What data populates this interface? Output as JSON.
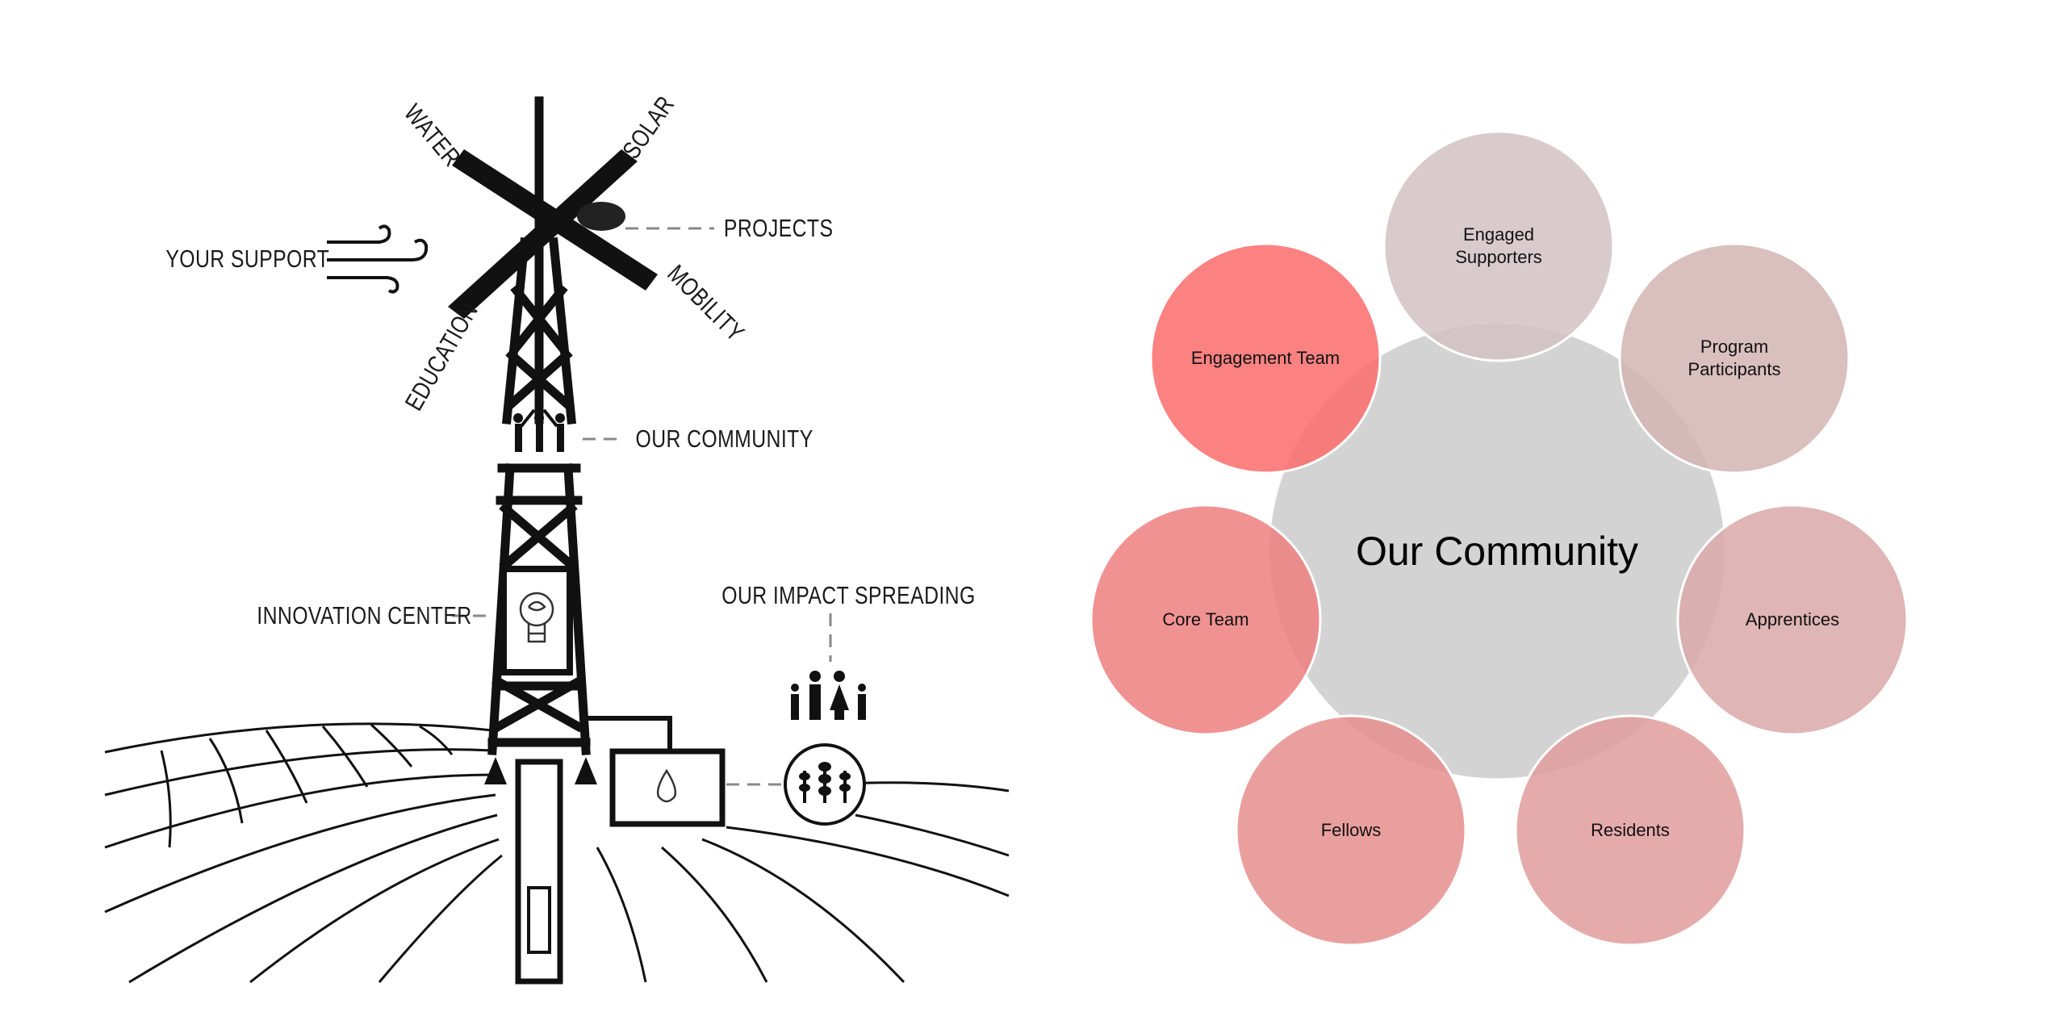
{
  "illustration": {
    "labels": {
      "water": "WATER",
      "solar": "SOLAR",
      "projects": "PROJECTS",
      "your_support": "YOUR SUPPORT",
      "mobility": "MOBILITY",
      "education": "EDUCATION",
      "our_community": "OUR COMMUNITY",
      "innovation_center": "INNOVATION CENTER",
      "our_impact_spreading": "OUR IMPACT SPREADING"
    }
  },
  "diagram": {
    "center": {
      "label": "Our Community",
      "color": "#d3d3d3"
    },
    "nodes": [
      {
        "label": "Engaged Supporters",
        "line1": "Engaged",
        "line2": "Supporters",
        "color": "#d2c2c2"
      },
      {
        "label": "Program Participants",
        "line1": "Program",
        "line2": "Participants",
        "color": "#d4b4b4"
      },
      {
        "label": "Apprentices",
        "line1": "Apprentices",
        "line2": "",
        "color": "#d9a8a8"
      },
      {
        "label": "Residents",
        "line1": "Residents",
        "line2": "",
        "color": "#e09c9c"
      },
      {
        "label": "Fellows",
        "line1": "Fellows",
        "line2": "",
        "color": "#e68e8e"
      },
      {
        "label": "Core Team",
        "line1": "Core Team",
        "line2": "",
        "color": "#ee7f7f"
      },
      {
        "label": "Engagement Team",
        "line1": "Engagement Team",
        "line2": "",
        "color": "#fb6c6c"
      }
    ]
  }
}
